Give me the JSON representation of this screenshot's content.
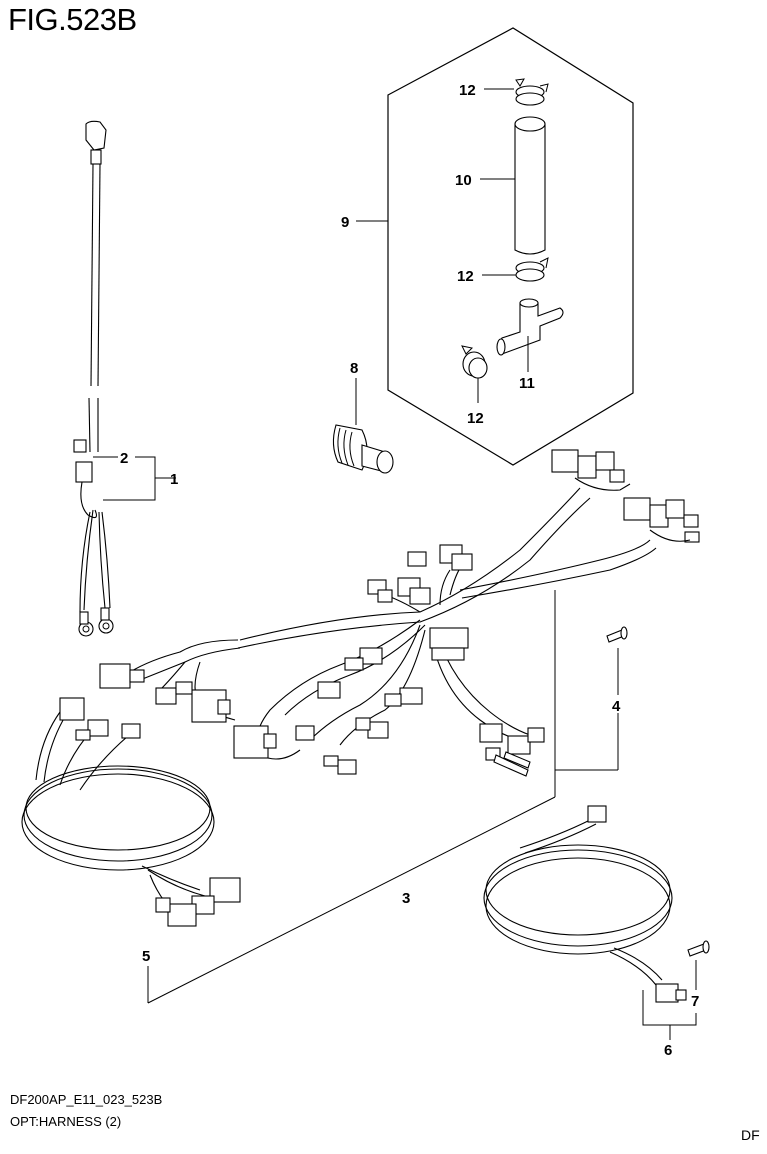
{
  "figure": {
    "title": "FIG.523B"
  },
  "footer": {
    "code": "DF200AP_E11_023_523B",
    "name": "OPT:HARNESS (2)",
    "corner": "DF"
  },
  "callouts": {
    "c1": "1",
    "c2": "2",
    "c3": "3",
    "c4": "4",
    "c5": "5",
    "c6": "6",
    "c7": "7",
    "c8": "8",
    "c9": "9",
    "c10": "10",
    "c11": "11",
    "c12a": "12",
    "c12b": "12",
    "c12c": "12"
  },
  "colors": {
    "line": "#000000",
    "background": "#ffffff"
  }
}
